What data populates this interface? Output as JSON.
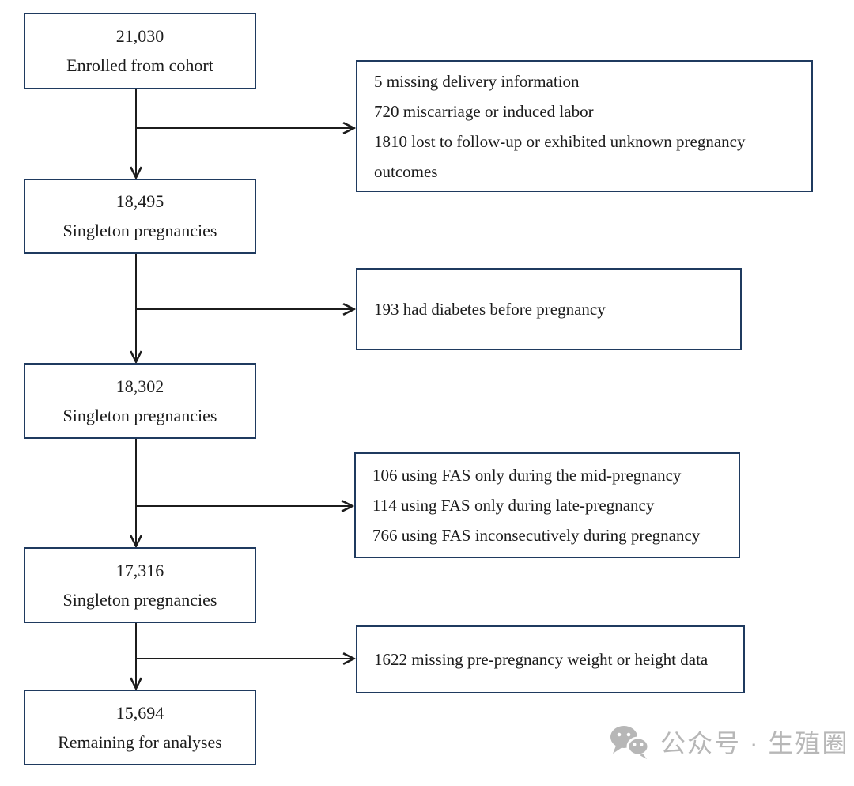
{
  "diagram": {
    "box_border_color": "#1f3a5f",
    "arrow_color": "#1c1c1c",
    "main_boxes": [
      {
        "value": "21,030",
        "label": "Enrolled from cohort"
      },
      {
        "value": "18,495",
        "label": "Singleton pregnancies"
      },
      {
        "value": "18,302",
        "label": "Singleton pregnancies"
      },
      {
        "value": "17,316",
        "label": "Singleton pregnancies"
      },
      {
        "value": "15,694",
        "label": "Remaining for analyses"
      }
    ],
    "exclusion_boxes": [
      {
        "lines": [
          "5 missing delivery information",
          "720 miscarriage or induced labor",
          "1810 lost to follow-up or exhibited unknown pregnancy outcomes"
        ]
      },
      {
        "lines": [
          "193 had diabetes before pregnancy"
        ]
      },
      {
        "lines": [
          "106 using FAS only during the mid-pregnancy",
          "114 using FAS only during late-pregnancy",
          "766 using FAS inconsecutively during pregnancy"
        ]
      },
      {
        "lines": [
          "1622 missing pre-pregnancy weight or height data"
        ]
      }
    ]
  },
  "watermark": {
    "icon": "wechat-icon",
    "text": "公众号 · 生殖圈",
    "color": "#b7b7b7"
  }
}
